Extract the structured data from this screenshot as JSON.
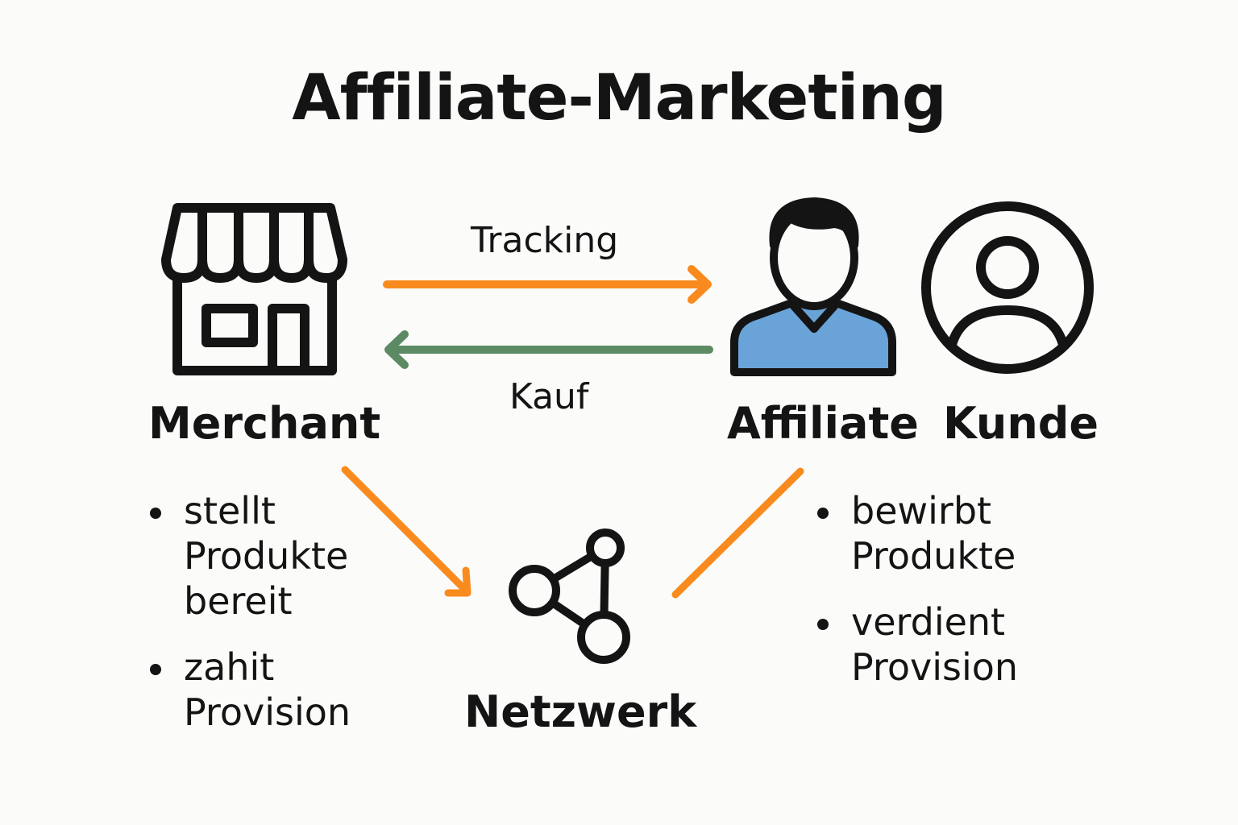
{
  "title": "Affiliate-Marketing",
  "nodes": {
    "merchant": "Merchant",
    "affiliate": "Affiliate",
    "kunde": "Kunde",
    "netzwerk": "Netzwerk"
  },
  "arrows": {
    "tracking": "Tracking",
    "kauf": "Kauf"
  },
  "merchant_bullets": [
    [
      "stellt",
      "Produkte",
      "bereit"
    ],
    [
      "zahit",
      "Provision"
    ]
  ],
  "affiliate_bullets": [
    [
      "bewirbt",
      "Produkte"
    ],
    [
      "verdient",
      "Provision"
    ]
  ],
  "colors": {
    "tracking_arrow": "#f98b1e",
    "kauf_arrow": "#5b8a63",
    "network_arrows": "#f98b1e",
    "affiliate_shirt": "#6aa3d8",
    "outline": "#141414"
  },
  "icons": {
    "merchant": "storefront-icon",
    "affiliate": "person-icon",
    "kunde": "user-circle-icon",
    "netzwerk": "network-share-icon"
  }
}
